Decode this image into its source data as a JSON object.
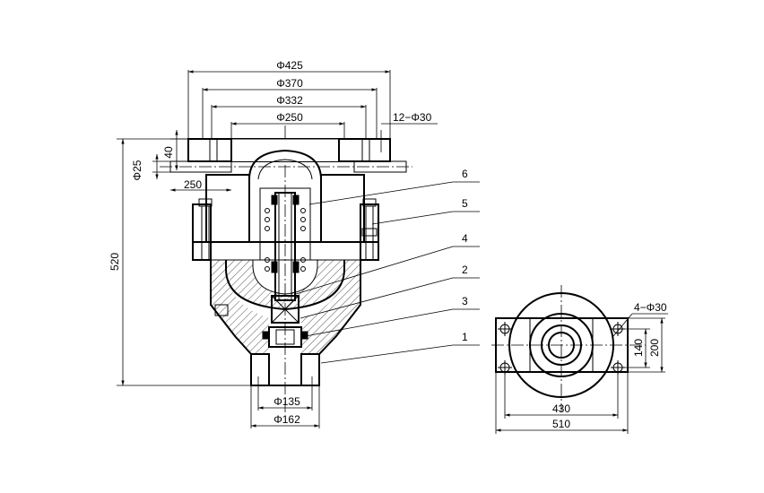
{
  "main_view": {
    "dim_d425": "Φ425",
    "dim_d370": "Φ370",
    "dim_d332": "Φ332",
    "dim_d250": "Φ250",
    "dim_bolts": "12−Φ30",
    "dim_40": "40",
    "dim_d25": "Φ25",
    "dim_250": "250",
    "dim_520": "520",
    "dim_d135": "Φ135",
    "dim_d162": "Φ162"
  },
  "parts": [
    {
      "label": "6"
    },
    {
      "label": "5"
    },
    {
      "label": "4"
    },
    {
      "label": "2"
    },
    {
      "label": "3"
    },
    {
      "label": "1"
    }
  ],
  "base_view": {
    "dim_holes": "4−Φ30",
    "dim_140": "140",
    "dim_200": "200",
    "dim_430": "430",
    "dim_510": "510"
  }
}
